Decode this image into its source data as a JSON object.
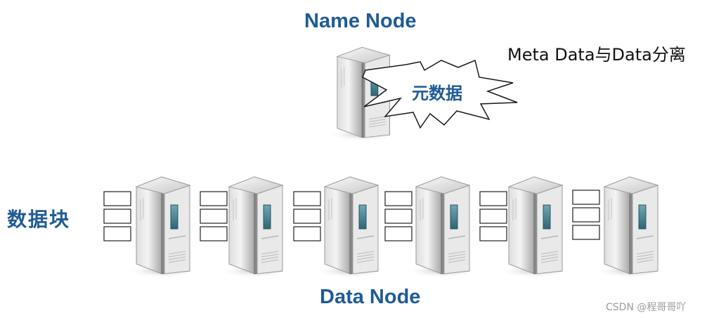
{
  "name_node": {
    "title": "Name Node",
    "metadata_burst_label": "元数据"
  },
  "meta_note": "Meta Data与Data分离",
  "blocks_label": "数据块",
  "data_node": {
    "title": "Data Node",
    "server_count": 6,
    "blocks_per_server": 3
  },
  "watermark": "CSDN @程哥哥吖",
  "colors": {
    "title_blue": "#1f5b96",
    "server_light": "#f1f1f1",
    "server_dark": "#8a8a8a",
    "screen_teal": "#3f7e8c"
  }
}
